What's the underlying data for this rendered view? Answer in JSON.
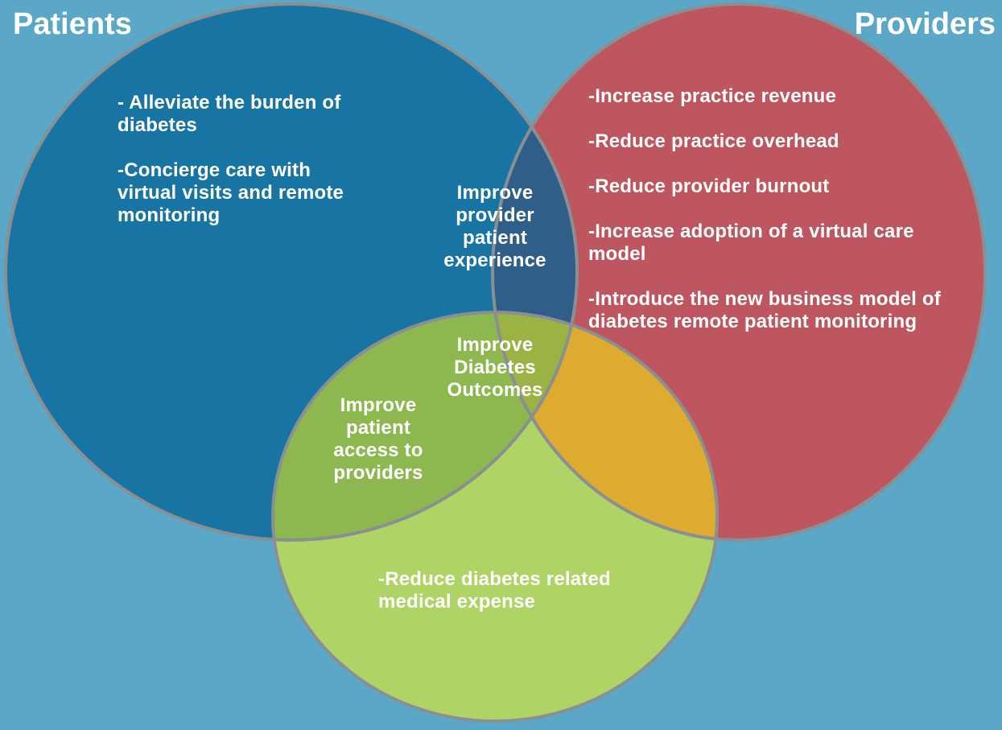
{
  "colors": {
    "background": "#5ba7c8",
    "patients_circle": "#1874a3",
    "providers_circle": "#bd565e",
    "third_circle": "#afd465",
    "outline": "#8a8f93",
    "overlap_patients_providers": "#2f5f88",
    "overlap_patients_third": "#8db74f",
    "overlap_providers_third": "#dcab30",
    "overlap_all": "#9bb345",
    "text": "#ffffff"
  },
  "titles": {
    "patients": "Patients",
    "providers": "Providers"
  },
  "patients": {
    "items": [
      " - Alleviate the burden of\ndiabetes",
      " -Concierge care with\nvirtual visits and remote\nmonitoring"
    ]
  },
  "providers": {
    "items": [
      "-Increase practice revenue",
      "-Reduce practice overhead",
      "-Reduce provider burnout",
      "-Increase adoption of a virtual care\nmodel",
      "-Introduce the new business model of\ndiabetes remote patient monitoring"
    ]
  },
  "third": {
    "items": [
      "-Reduce diabetes related\nmedical expense"
    ]
  },
  "overlaps": {
    "patients_providers": "Improve\nprovider\npatient\nexperience",
    "patients_third": "Improve\npatient\naccess to\nproviders",
    "all": "Improve\nDiabetes\nOutcomes"
  }
}
